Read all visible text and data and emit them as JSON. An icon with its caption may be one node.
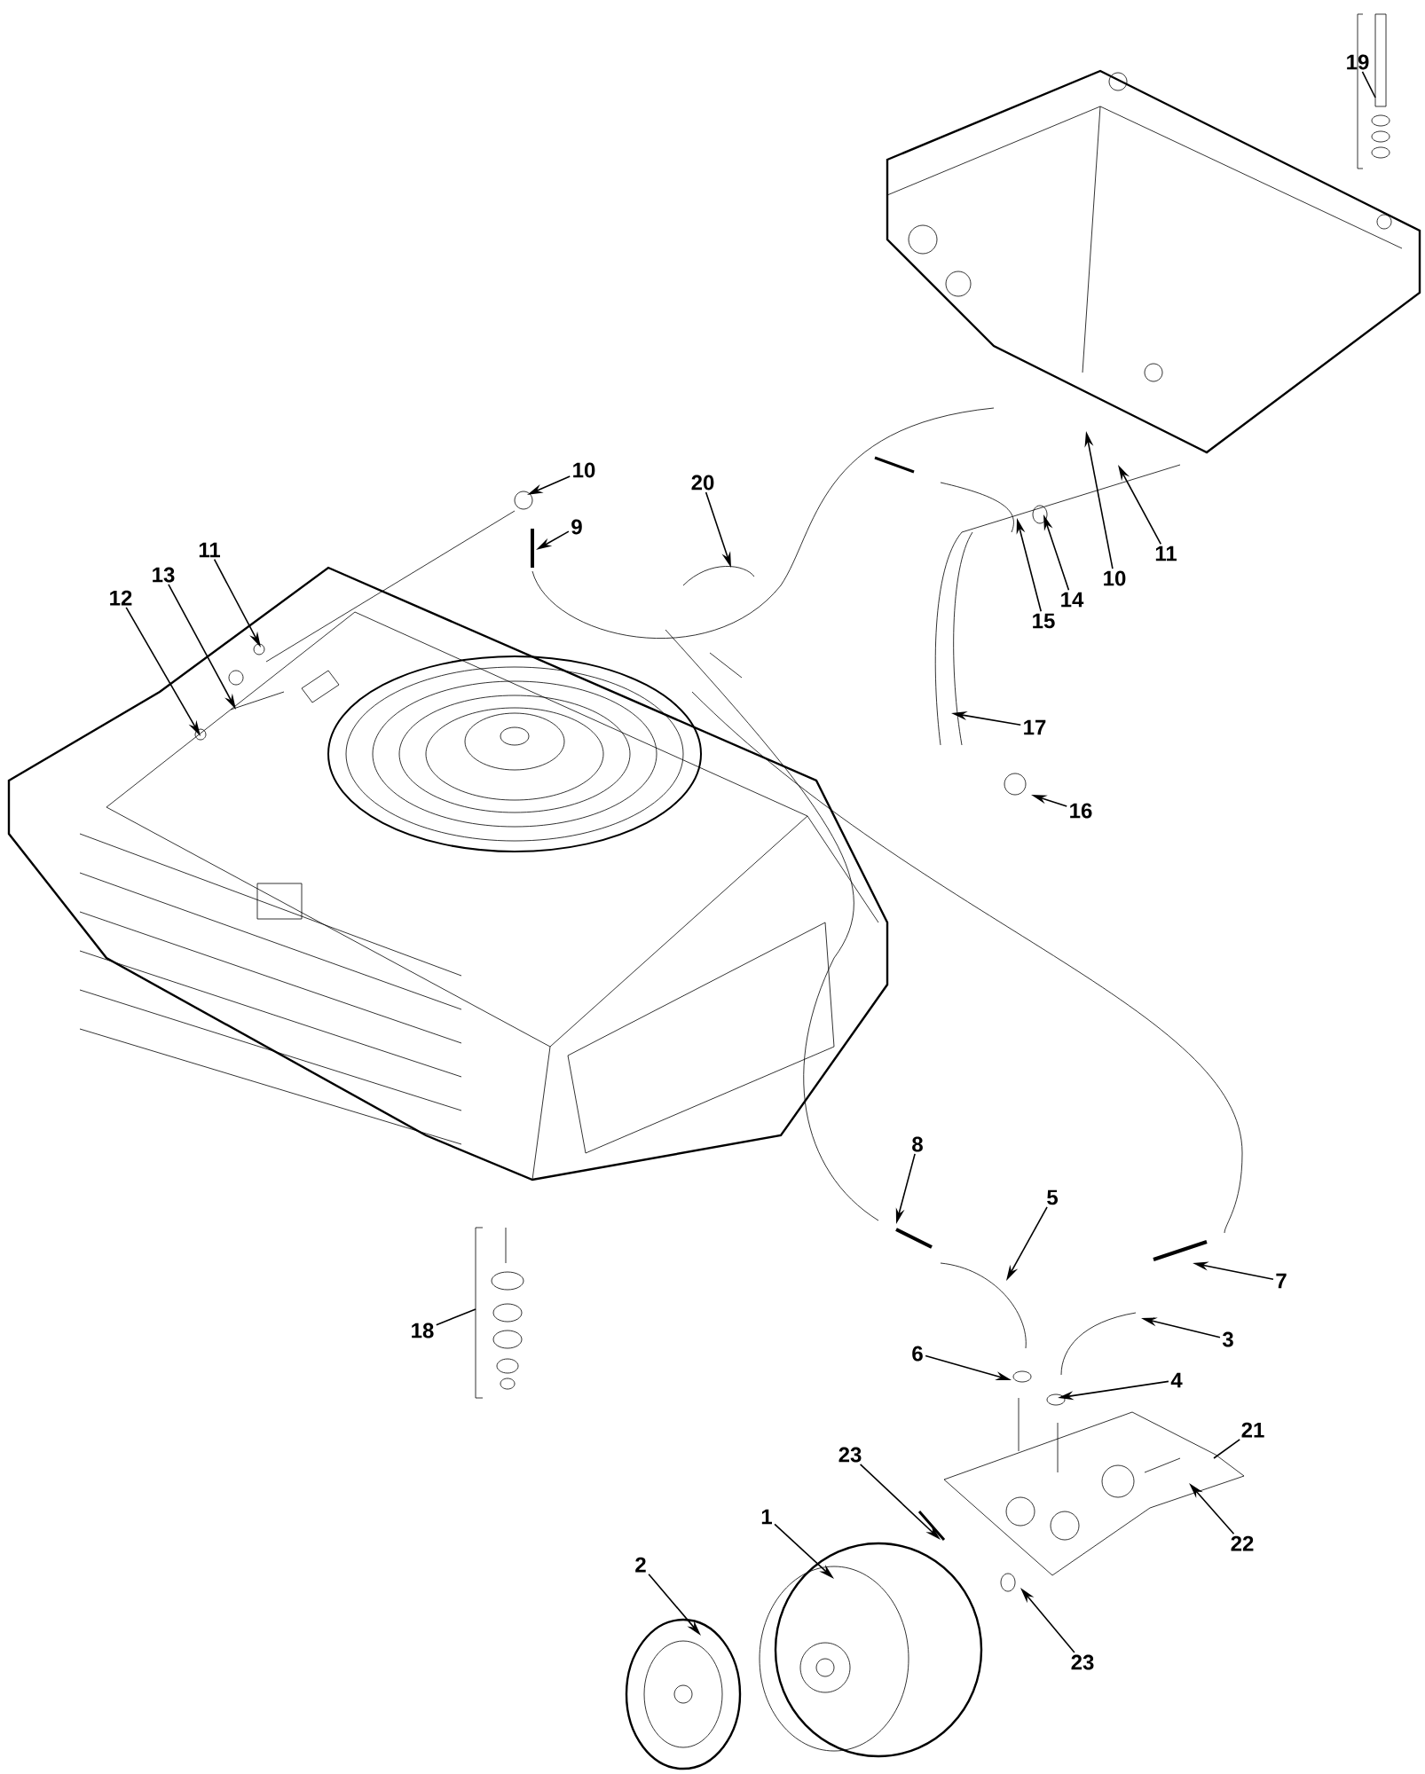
{
  "diagram": {
    "nodes": [
      {
        "text": [
          "19"
        ]
      },
      {
        "text": [
          "10"
        ]
      },
      {
        "text": [
          "9"
        ]
      },
      {
        "text": [
          "20"
        ]
      },
      {
        "text": [
          "11"
        ]
      },
      {
        "text": [
          "13"
        ]
      },
      {
        "text": [
          "12"
        ]
      },
      {
        "text": [
          "11"
        ]
      },
      {
        "text": [
          "10"
        ]
      },
      {
        "text": [
          "14"
        ]
      },
      {
        "text": [
          "15"
        ]
      },
      {
        "text": [
          "17"
        ]
      },
      {
        "text": [
          "16"
        ]
      },
      {
        "text": [
          "8"
        ]
      },
      {
        "text": [
          "5"
        ]
      },
      {
        "text": [
          "7"
        ]
      },
      {
        "text": [
          "3"
        ]
      },
      {
        "text": [
          "18"
        ]
      },
      {
        "text": [
          "6"
        ]
      },
      {
        "text": [
          "4"
        ]
      },
      {
        "text": [
          "21"
        ]
      },
      {
        "text": [
          "23"
        ]
      },
      {
        "text": [
          "1"
        ]
      },
      {
        "text": [
          "22"
        ]
      },
      {
        "text": [
          "2"
        ]
      },
      {
        "text": [
          "23"
        ]
      }
    ],
    "edges": [
      {
        "from": 0,
        "to": null,
        "arrow": "none"
      },
      {
        "from": 1,
        "to": null,
        "arrow": "to"
      },
      {
        "from": 2,
        "to": null,
        "arrow": "to"
      },
      {
        "from": 3,
        "to": null,
        "arrow": "to"
      },
      {
        "from": 4,
        "to": null,
        "arrow": "to"
      },
      {
        "from": 5,
        "to": null,
        "arrow": "to"
      },
      {
        "from": 6,
        "to": null,
        "arrow": "to"
      },
      {
        "from": 7,
        "to": null,
        "arrow": "to"
      },
      {
        "from": 8,
        "to": null,
        "arrow": "to"
      },
      {
        "from": 9,
        "to": null,
        "arrow": "to"
      },
      {
        "from": 10,
        "to": null,
        "arrow": "to"
      },
      {
        "from": 11,
        "to": null,
        "arrow": "to"
      },
      {
        "from": 12,
        "to": null,
        "arrow": "to"
      },
      {
        "from": 13,
        "to": null,
        "arrow": "to"
      },
      {
        "from": 14,
        "to": null,
        "arrow": "to"
      },
      {
        "from": 15,
        "to": null,
        "arrow": "to"
      },
      {
        "from": 16,
        "to": null,
        "arrow": "to"
      },
      {
        "from": 17,
        "to": null,
        "arrow": "none"
      },
      {
        "from": 18,
        "to": null,
        "arrow": "to"
      },
      {
        "from": 19,
        "to": null,
        "arrow": "to"
      },
      {
        "from": 20,
        "to": null,
        "arrow": "none"
      },
      {
        "from": 21,
        "to": null,
        "arrow": "to"
      },
      {
        "from": 22,
        "to": null,
        "arrow": "to"
      },
      {
        "from": 23,
        "to": null,
        "arrow": "to"
      },
      {
        "from": 24,
        "to": null,
        "arrow": "to"
      },
      {
        "from": 25,
        "to": null,
        "arrow": "to"
      }
    ]
  }
}
